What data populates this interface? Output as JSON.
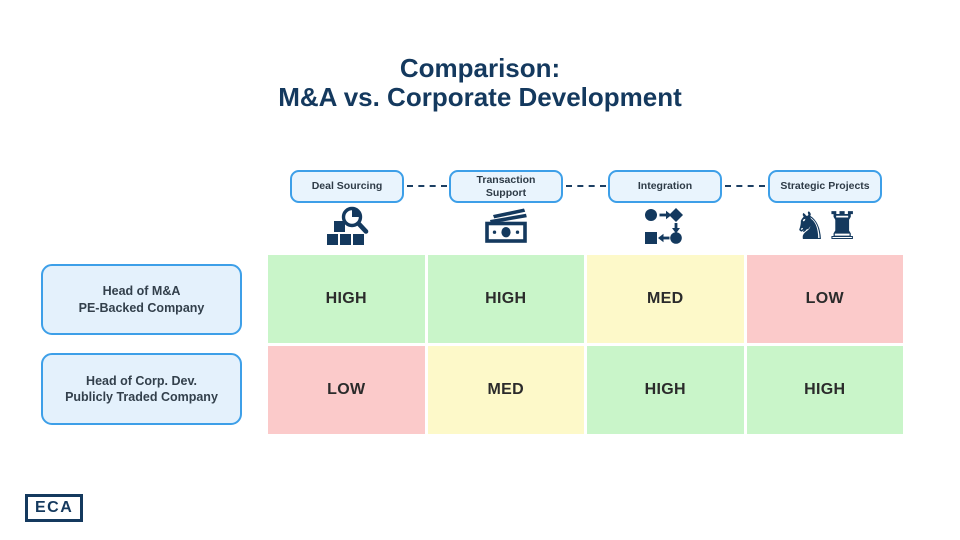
{
  "title": {
    "line1": "Comparison:",
    "line2": "M&A vs. Corporate Development"
  },
  "columns": [
    {
      "label": "Deal Sourcing",
      "icon": "magnifier-boxes-icon"
    },
    {
      "label": "Transaction Support",
      "icon": "money-bills-icon"
    },
    {
      "label": "Integration",
      "icon": "workflow-icon"
    },
    {
      "label": "Strategic Projects",
      "icon": "chess-pieces-icon"
    }
  ],
  "rows": [
    {
      "label_line1": "Head of M&A",
      "label_line2": "PE-Backed Company",
      "values": [
        "HIGH",
        "HIGH",
        "MED",
        "LOW"
      ]
    },
    {
      "label_line1": "Head of Corp. Dev.",
      "label_line2": "Publicly Traded Company",
      "values": [
        "LOW",
        "MED",
        "HIGH",
        "HIGH"
      ]
    }
  ],
  "level_colors": {
    "HIGH": "#c9f5c9",
    "MED": "#fdf9c9",
    "LOW": "#fbcaca"
  },
  "icons": {
    "chess_glyphs": "♞♜"
  },
  "logo": {
    "text": "ECA"
  },
  "colors": {
    "title_navy": "#14395e",
    "pill_border_blue": "#3d9fe8",
    "pill_fill_blue": "#e9f4fd",
    "label_fill_blue": "#e4f1fc",
    "connector_navy": "#1c3f63",
    "cell_text": "#2b2b2b"
  }
}
